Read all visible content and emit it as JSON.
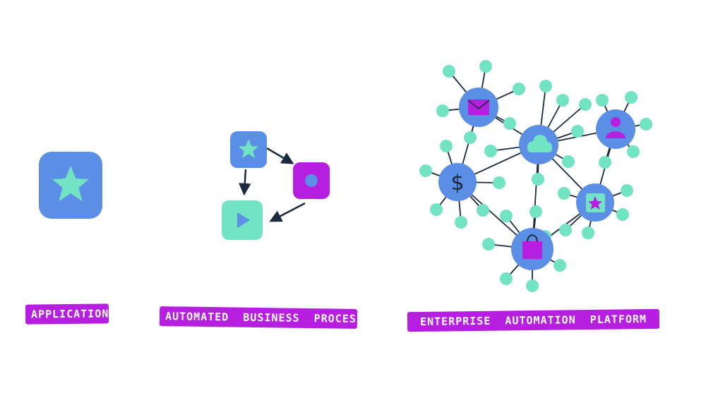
{
  "colors": {
    "blue": "#5b8fe6",
    "mint": "#72e3c3",
    "purple": "#b61ee0",
    "ink": "#1b2a41",
    "white": "#ffffff"
  },
  "sections": [
    {
      "id": "application",
      "label": "APPLICATION"
    },
    {
      "id": "abp",
      "label": "AUTOMATED  BUSINESS  PROCESS"
    },
    {
      "id": "eap",
      "label": "ENTERPRISE  AUTOMATION  PLATFORM"
    }
  ],
  "icons": {
    "application": "star-icon",
    "process_steps": [
      "star-icon",
      "record-icon",
      "play-icon"
    ],
    "platform_hubs": [
      "mail-icon",
      "cloud-icon",
      "user-icon",
      "dollar-icon",
      "star-icon",
      "shopping-bag-icon"
    ]
  },
  "dollar_symbol": "$"
}
